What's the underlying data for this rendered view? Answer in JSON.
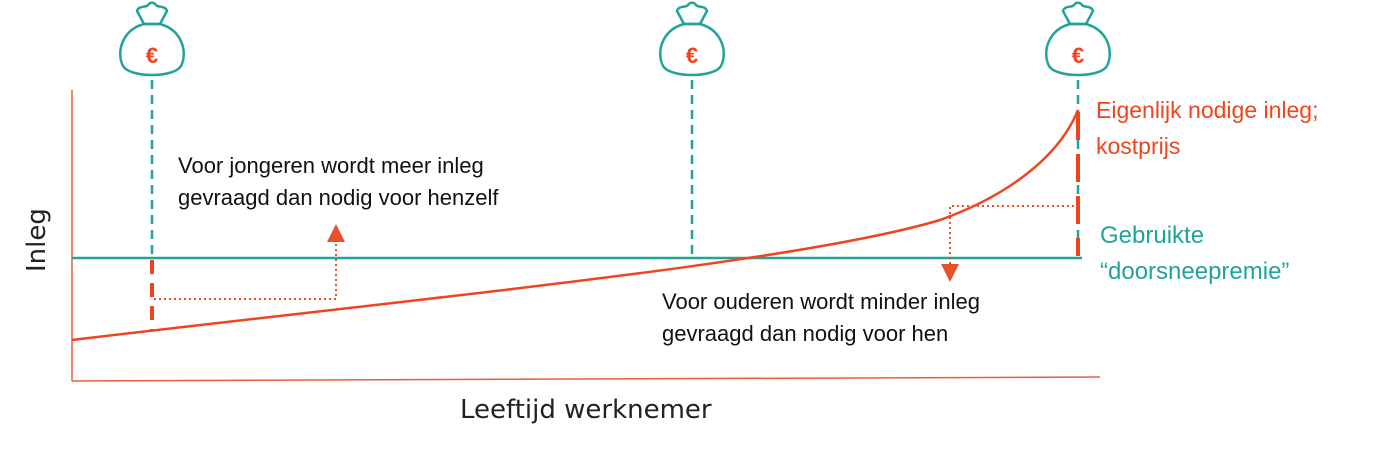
{
  "axes": {
    "x_label": "Leeftijd werknemer",
    "y_label": "Inleg"
  },
  "colors": {
    "orange": "#ee4520",
    "teal": "#22a39a",
    "dotted": "#e8502a",
    "axis": "#e8603a"
  },
  "money_bags": [
    {
      "icon": "money-bag-icon",
      "symbol": "€"
    },
    {
      "icon": "money-bag-icon",
      "symbol": "€"
    },
    {
      "icon": "money-bag-icon",
      "symbol": "€"
    }
  ],
  "annotations": {
    "young": [
      "Voor jongeren wordt meer inleg",
      "gevraagd dan nodig voor henzelf"
    ],
    "old": [
      "Voor ouderen wordt minder inleg",
      "gevraagd dan nodig voor hen"
    ]
  },
  "legend": {
    "actual_cost": [
      "Eigenlijk nodige inleg;",
      "kostprijs"
    ],
    "average_premium": [
      "Gebruikte",
      "“doorsneepremie”"
    ]
  }
}
